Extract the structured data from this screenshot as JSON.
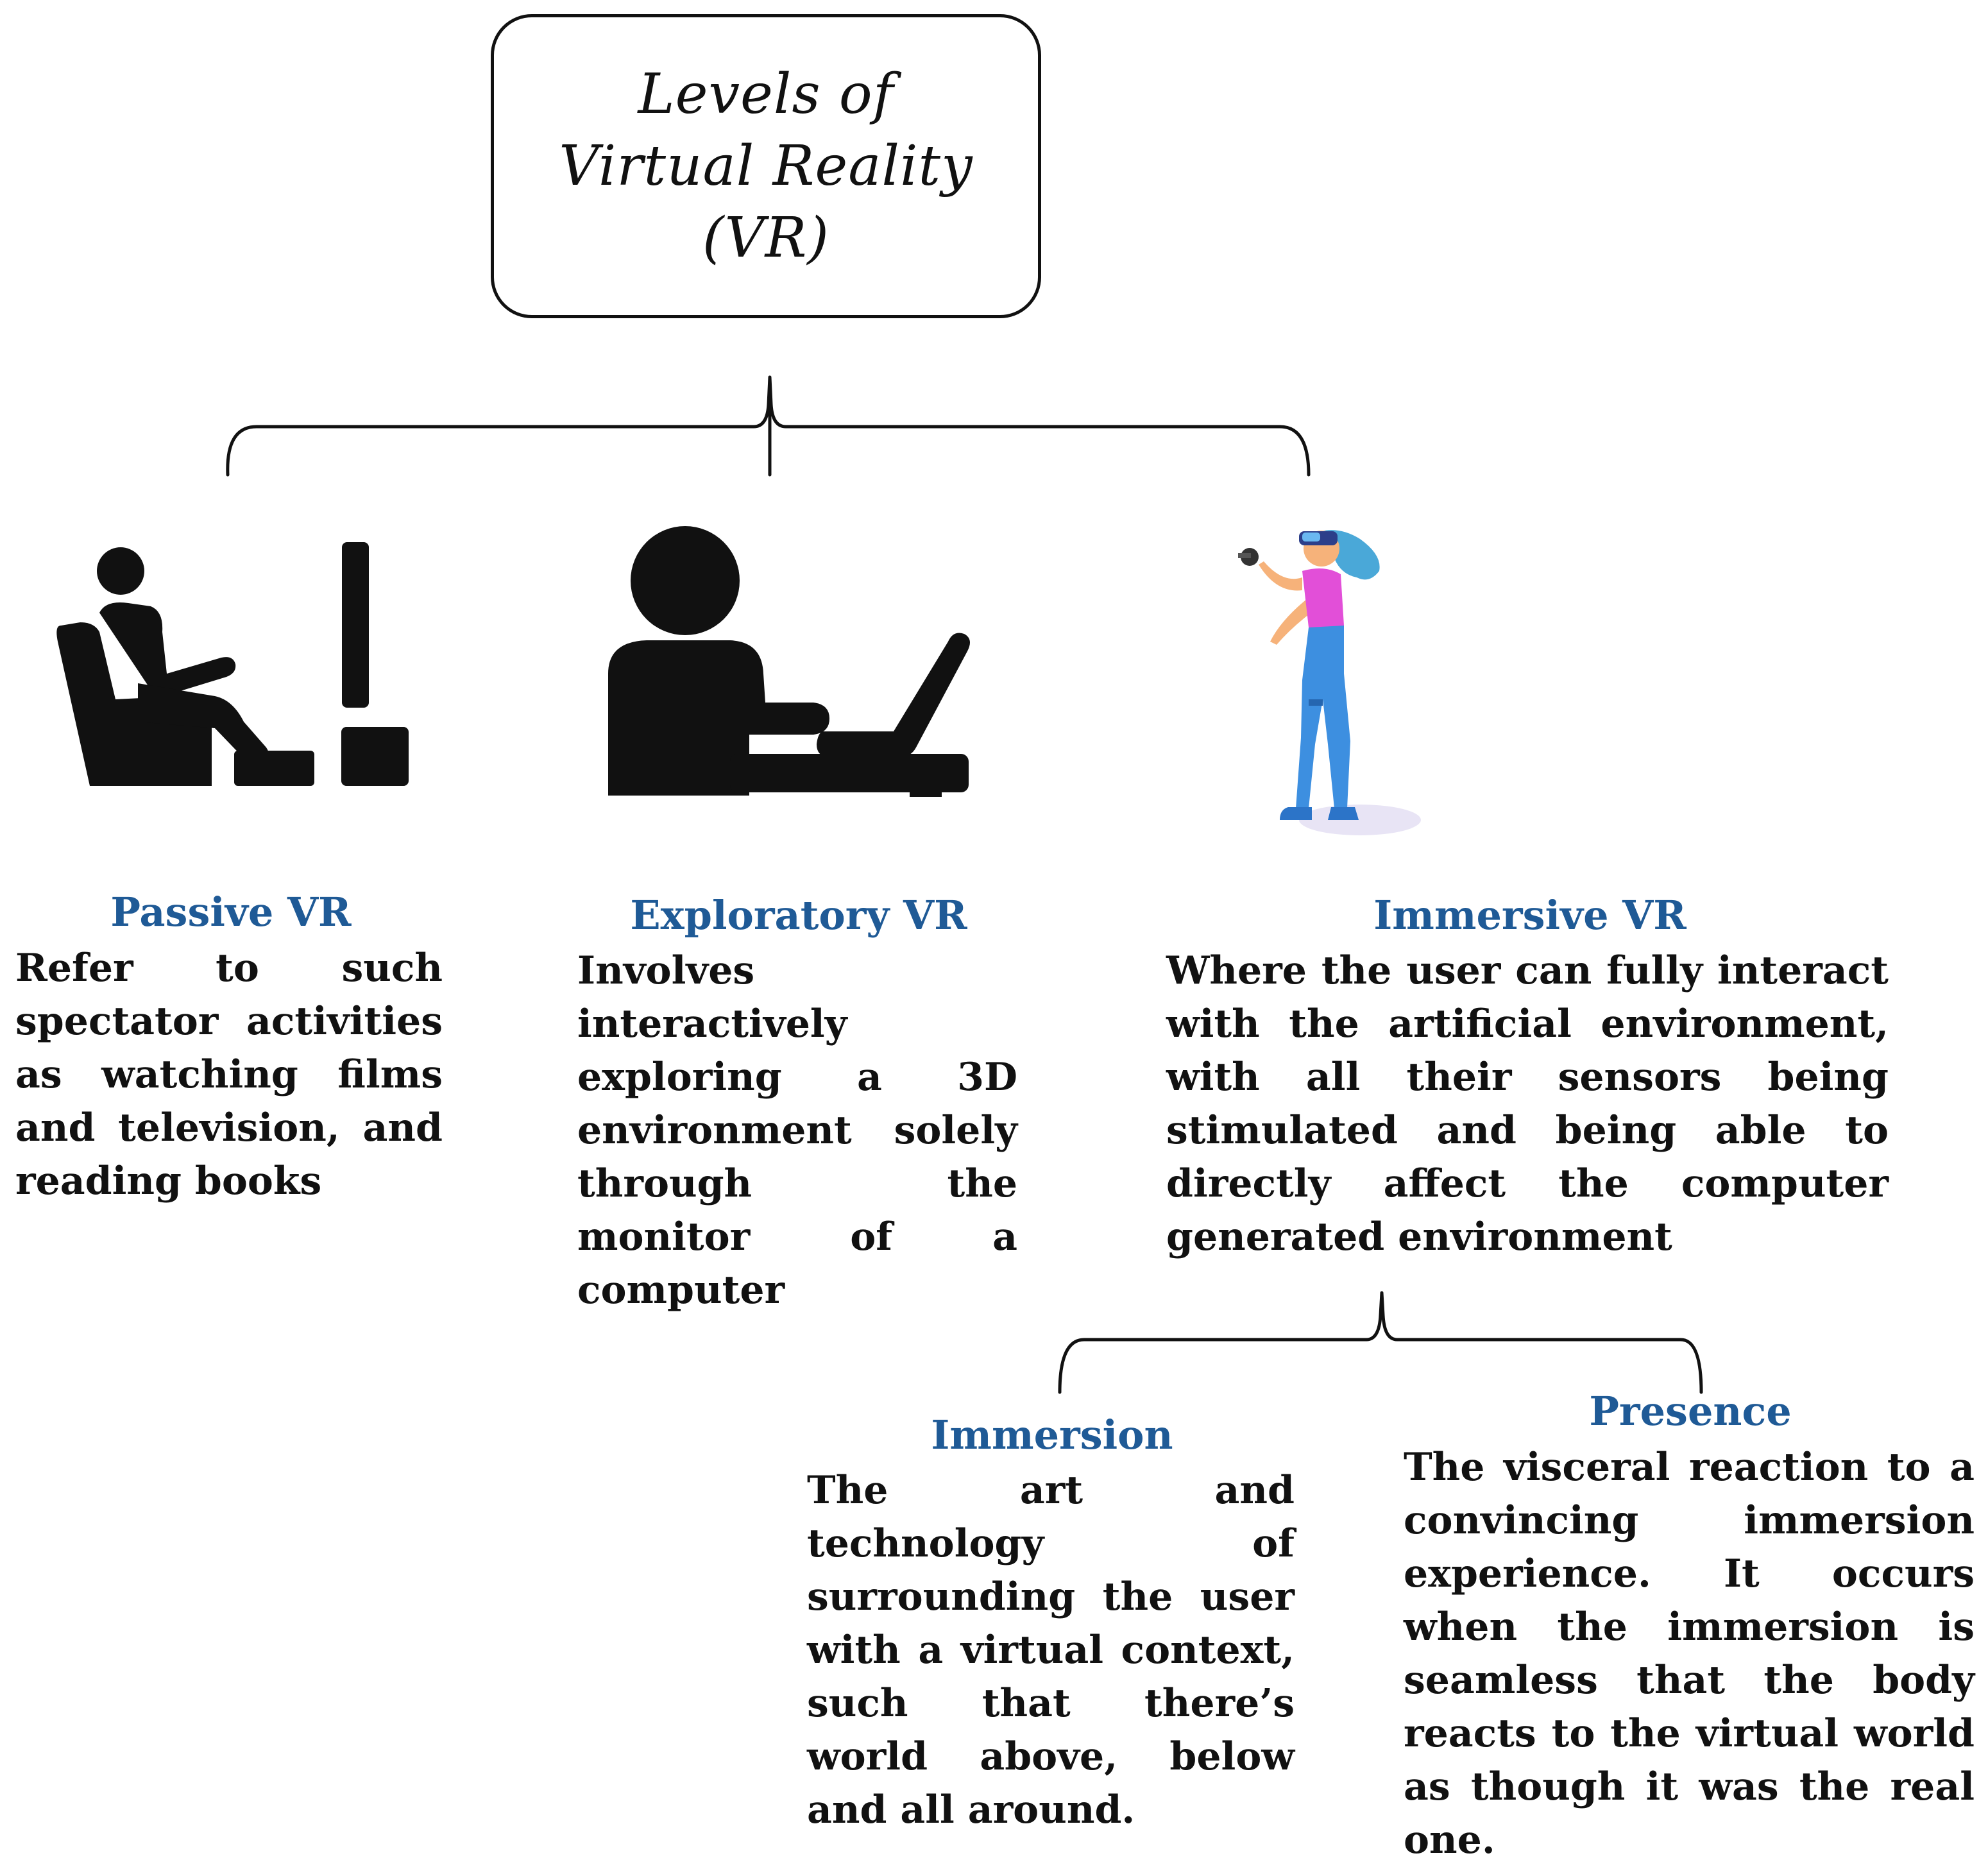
{
  "title": "Levels of Virtual Reality (VR)",
  "levels": [
    {
      "heading": "Passive VR",
      "text": "Refer to such spectator activities as watching films and television, and reading books",
      "icon": "person-watching-tv-icon"
    },
    {
      "heading": "Exploratory VR",
      "text": "Involves interactively exploring a 3D environment solely through the monitor of a computer",
      "icon": "person-at-laptop-icon"
    },
    {
      "heading": "Immersive VR",
      "text": "Where the user can fully interact with the artificial environment, with all their sensors being stimulated and being able to directly affect the computer generated environment",
      "icon": "vr-headset-user-icon"
    }
  ],
  "immersive_components": [
    {
      "heading": "Immersion",
      "text": "The art and technology of surrounding the user with a virtual context, such that there’s world above, below and all around."
    },
    {
      "heading": "Presence",
      "text": "The visceral reaction to a convincing immersion experience. It occurs when the immersion is seamless that the body reacts to the virtual world as though it was the real one."
    }
  ],
  "colors": {
    "heading": "#1f5a96",
    "text": "#111111",
    "figure_shirt": "#e24fd8",
    "figure_pants": "#3d8fe0",
    "figure_hair": "#4aa8d8"
  }
}
